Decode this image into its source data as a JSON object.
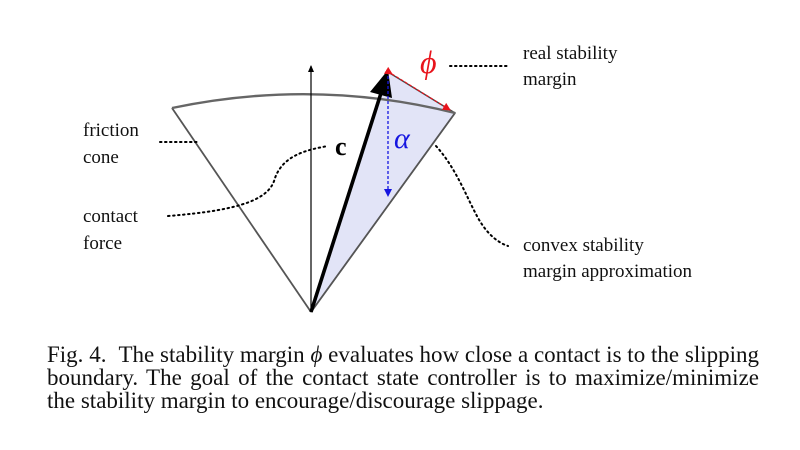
{
  "figure": {
    "labels": {
      "friction_cone_line1": "friction",
      "friction_cone_line2": "cone",
      "contact_force_line1": "contact",
      "contact_force_line2": "force",
      "real_margin_line1": "real stability",
      "real_margin_line2": "margin",
      "convex_margin_line1": "convex stability",
      "convex_margin_line2": "margin approximation"
    },
    "symbols": {
      "phi": "ϕ",
      "alpha": "α",
      "c": "c"
    },
    "colors": {
      "phi": "#e8141c",
      "alpha": "#1515e0",
      "triangle_fill": "#e2e4f7",
      "cone_outline": "#555555",
      "arrow": "#000000"
    }
  },
  "caption": {
    "label": "Fig. 4.",
    "part1": "The stability margin ",
    "phi": "ϕ",
    "part2": " evaluates how close a contact is to the slipping boundary. The goal of the contact state controller is to maximize/minimize the stability margin to encourage/discourage slippage."
  }
}
